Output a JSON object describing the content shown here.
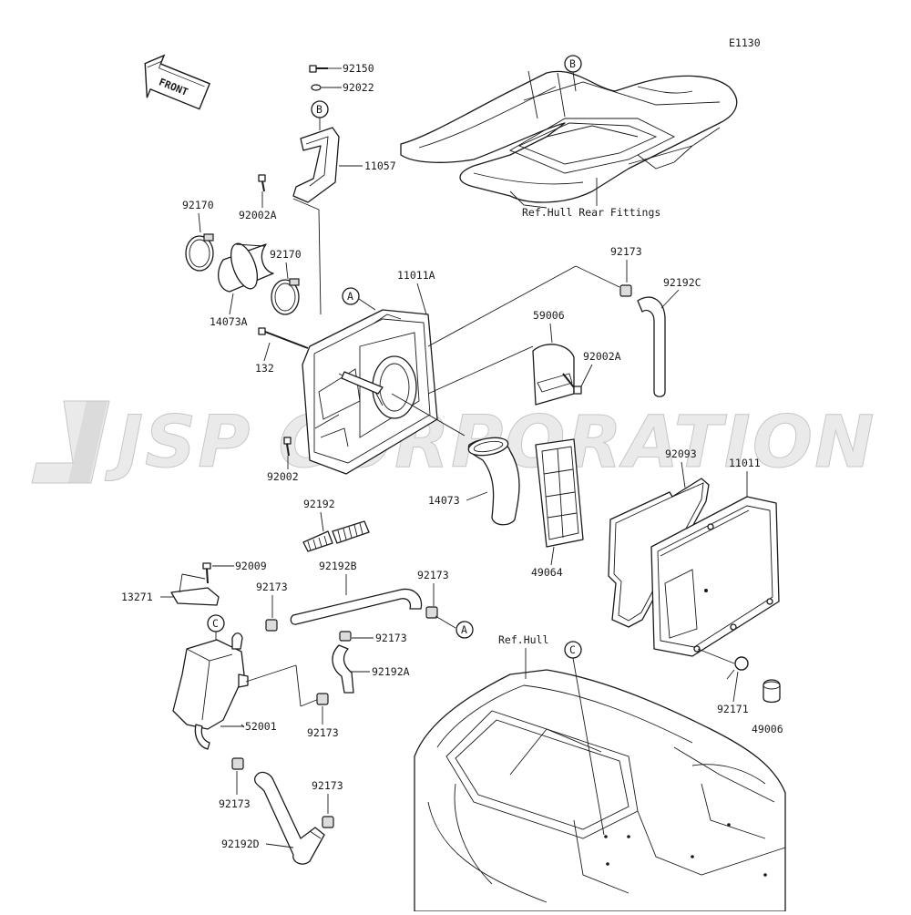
{
  "diagram_code": "E1130",
  "front_label": "FRONT",
  "watermark": "JSP CORPORATION",
  "refs": {
    "hull_rear": "Ref.Hull Rear Fittings",
    "hull": "Ref.Hull"
  },
  "callouts": {
    "A": "A",
    "B": "B",
    "C": "C"
  },
  "parts": {
    "p92150": "92150",
    "p92022": "92022",
    "p11057": "11057",
    "p92002A_top": "92002A",
    "p92170_left": "92170",
    "p92170_right": "92170",
    "p14073A": "14073A",
    "p132": "132",
    "p11011A": "11011A",
    "p92002": "92002",
    "p92173_top": "92173",
    "p92192C": "92192C",
    "p59006": "59006",
    "p92002A_mid": "92002A",
    "p14073": "14073",
    "p92093": "92093",
    "p11011": "11011",
    "p49064": "49064",
    "p92192": "92192",
    "p92009": "92009",
    "p13271": "13271",
    "p92173_a": "92173",
    "p92192B": "92192B",
    "p92173_b": "92173",
    "p92173_c": "92173",
    "p92192A": "92192A",
    "p52001": "52001",
    "p92173_d": "92173",
    "p92173_e": "92173",
    "p92173_f": "92173",
    "p92192D": "92192D",
    "p92171": "92171",
    "p49006": "49006"
  }
}
